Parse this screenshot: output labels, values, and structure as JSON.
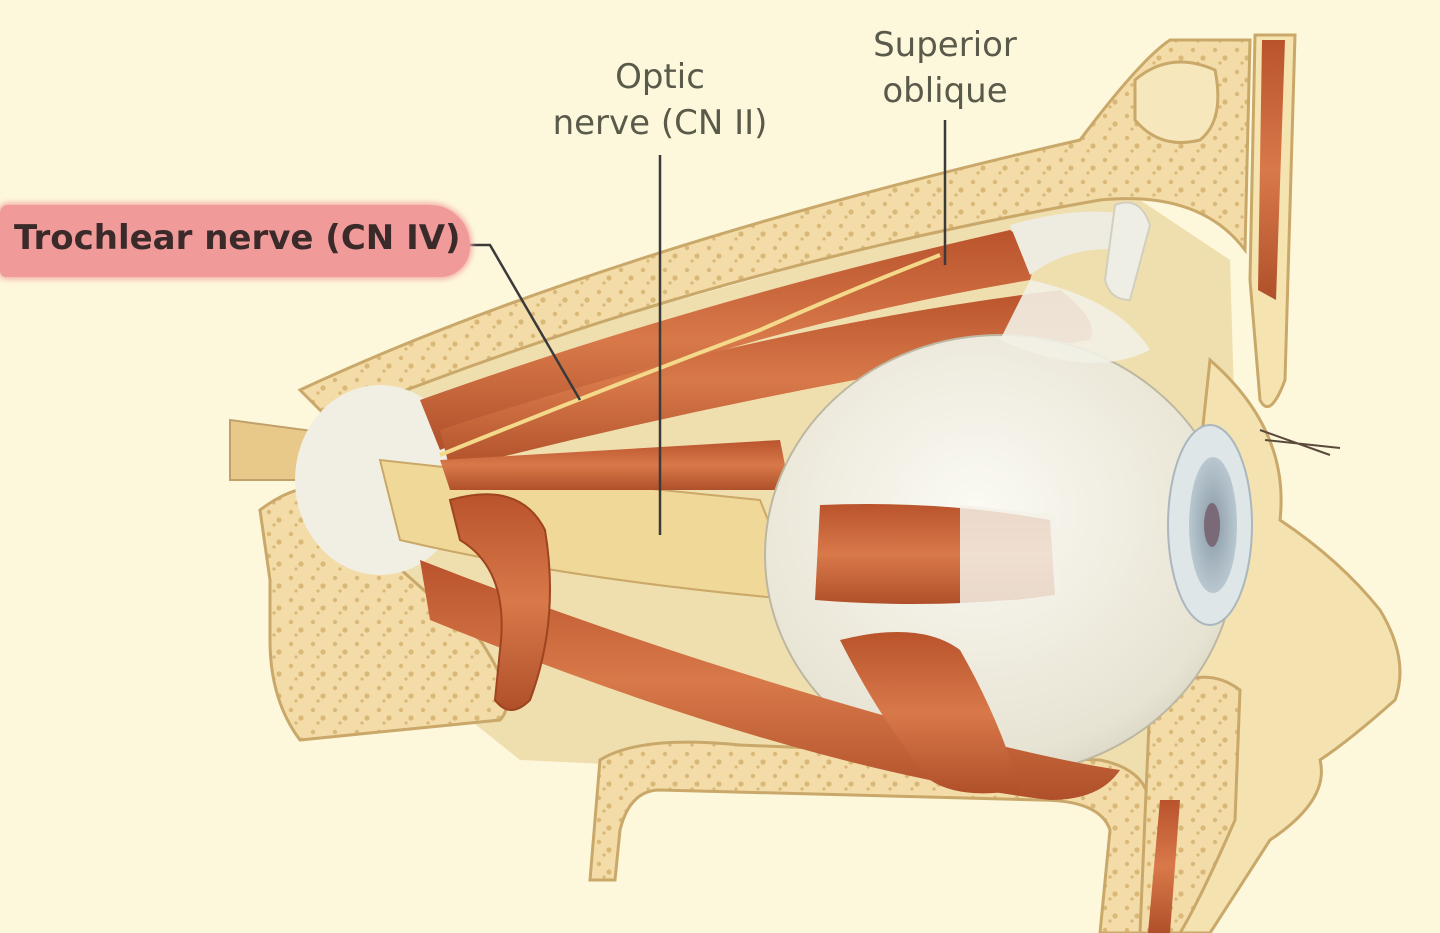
{
  "labels": {
    "optic_line1": "Optic",
    "optic_line2": "nerve (CN II)",
    "superior_line1": "Superior",
    "superior_line2": "oblique",
    "trochlear": "Trochlear nerve (CN IV)"
  },
  "colors": {
    "background": "#fdf8dc",
    "bone": "#f3dca8",
    "bone_spongy": "#e7c88a",
    "muscle": "#c8653a",
    "eyeball": "#f2f0e4",
    "iris": "#9fb0b8",
    "nerve": "#f0d898",
    "highlight": "#f19a9a"
  }
}
